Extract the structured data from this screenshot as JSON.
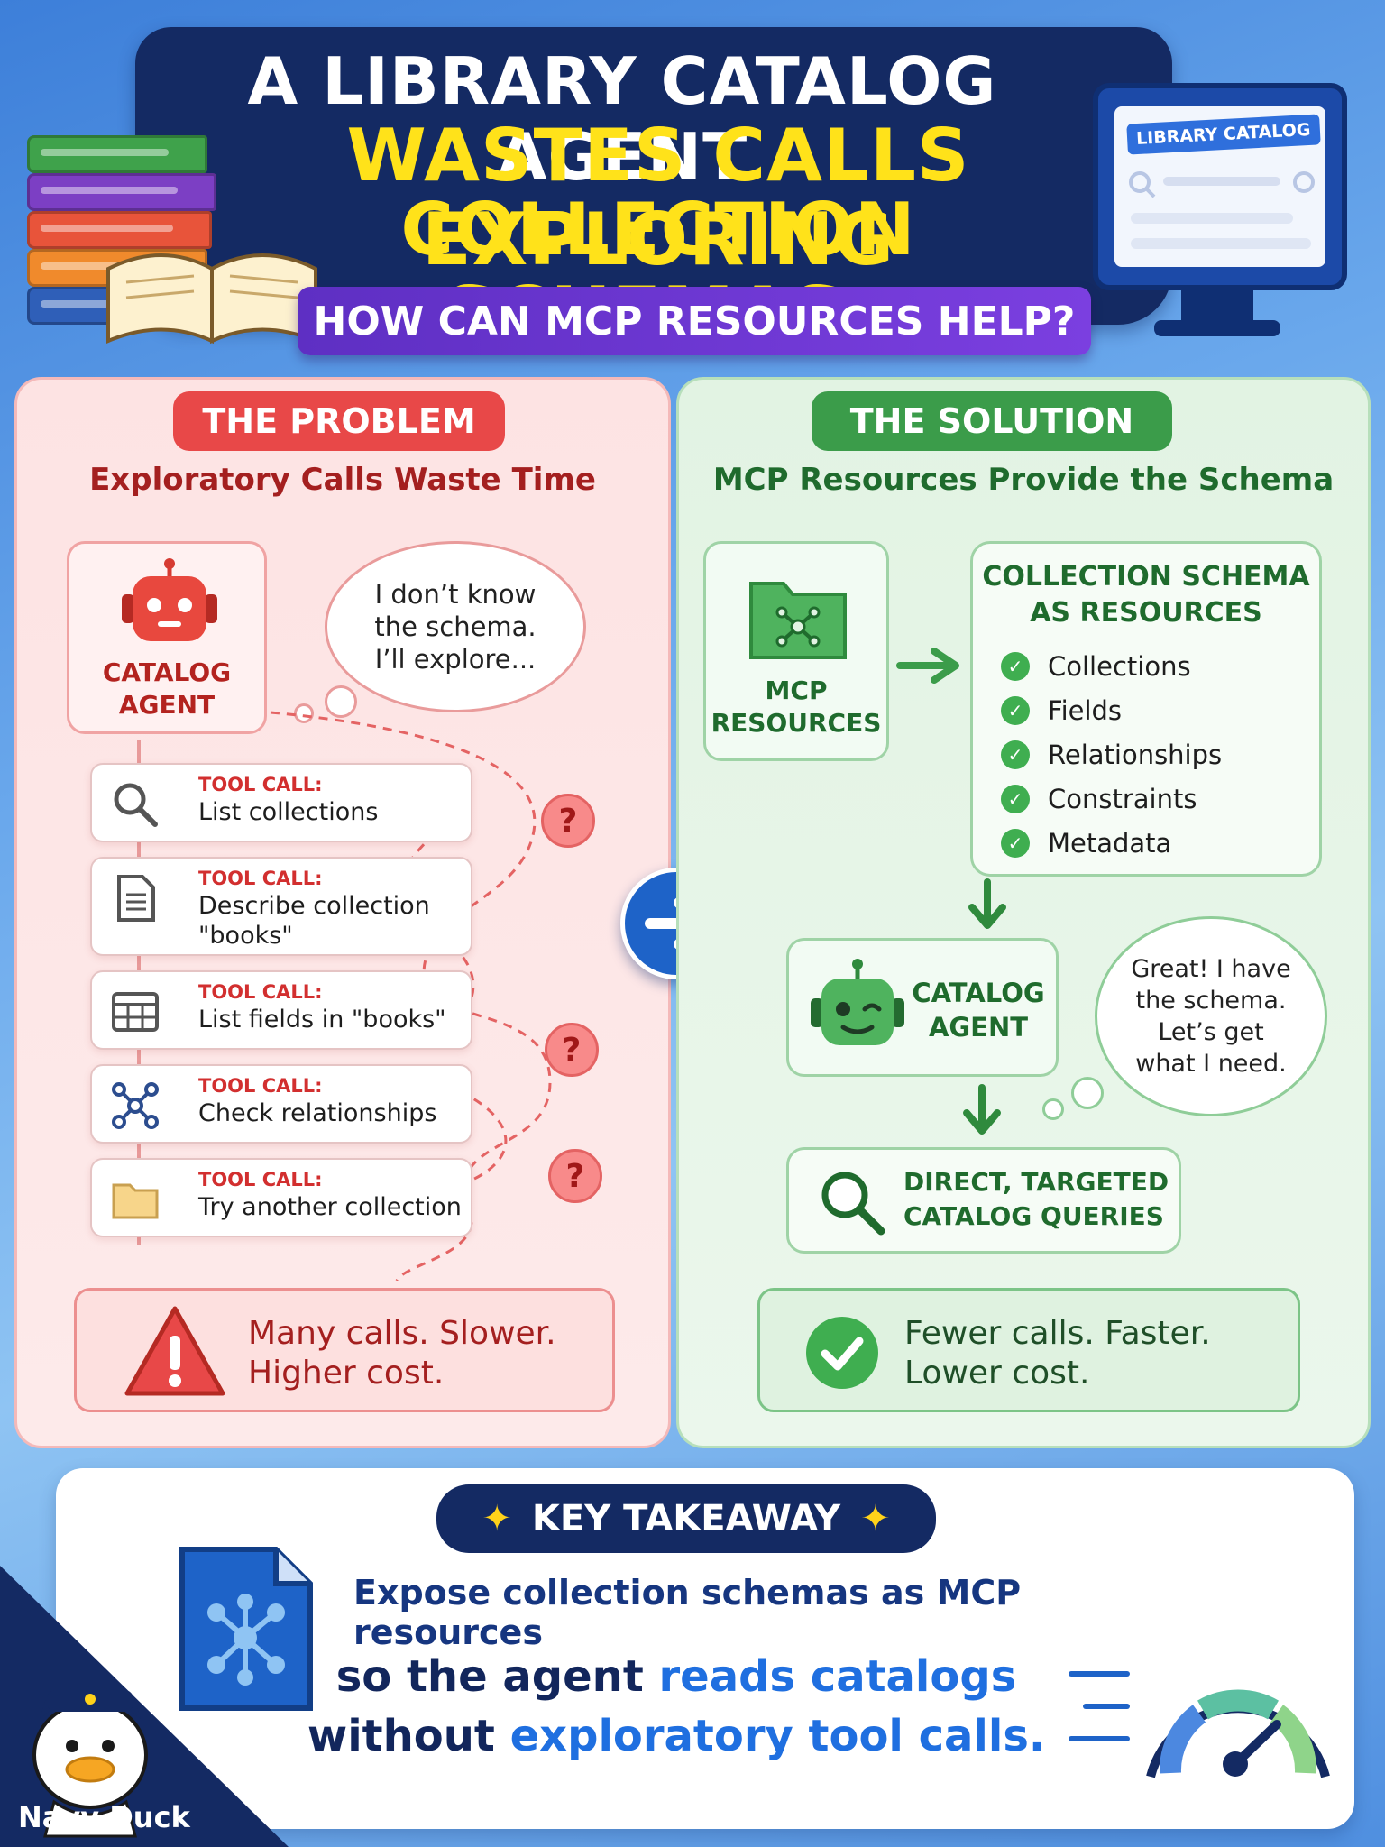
{
  "header": {
    "title_line1": "A LIBRARY CATALOG AGENT",
    "title_line2": "WASTES CALLS EXPLORING",
    "title_line3": "COLLECTION SCHEMAS.",
    "subtitle": "HOW CAN MCP RESOURCES HELP?",
    "monitor_label": "LIBRARY CATALOG"
  },
  "problem": {
    "badge": "THE PROBLEM",
    "heading": "Exploratory Calls Waste Time",
    "agent_label_1": "CATALOG",
    "agent_label_2": "AGENT",
    "thought_1": "I don’t know",
    "thought_2": "the schema.",
    "thought_3": "I’ll explore...",
    "tool_calls": [
      {
        "tag": "TOOL CALL:",
        "line1": "List collections",
        "line2": ""
      },
      {
        "tag": "TOOL CALL:",
        "line1": "Describe collection",
        "line2": "\"books\""
      },
      {
        "tag": "TOOL CALL:",
        "line1": "List fields in \"books\"",
        "line2": ""
      },
      {
        "tag": "TOOL CALL:",
        "line1": "Check relationships",
        "line2": ""
      },
      {
        "tag": "TOOL CALL:",
        "line1": "Try another collection",
        "line2": ""
      }
    ],
    "question_mark": "?",
    "result_1": "Many calls. Slower.",
    "result_2": "Higher cost."
  },
  "solution": {
    "badge": "THE SOLUTION",
    "heading": "MCP Resources Provide the Schema",
    "mcp_label_1": "MCP",
    "mcp_label_2": "RESOURCES",
    "schema_title_1": "COLLECTION SCHEMA",
    "schema_title_2": "AS RESOURCES",
    "schema_items": [
      "Collections",
      "Fields",
      "Relationships",
      "Constraints",
      "Metadata"
    ],
    "agent_label_1": "CATALOG",
    "agent_label_2": "AGENT",
    "thought_1": "Great! I have",
    "thought_2": "the schema.",
    "thought_3": "Let’s get",
    "thought_4": "what I need.",
    "query_1": "DIRECT, TARGETED",
    "query_2": "CATALOG QUERIES",
    "result_1": "Fewer calls. Faster.",
    "result_2": "Lower cost."
  },
  "takeaway": {
    "badge": "KEY TAKEAWAY",
    "line1": "Expose collection schemas as MCP resources",
    "line2_a": "so the agent ",
    "line2_b": "reads catalogs",
    "line3_a": "without ",
    "line3_b": "exploratory tool calls."
  },
  "brand": {
    "name": "Navy Duck"
  },
  "colors": {
    "navy": "#142a63",
    "yellow": "#ffe21a",
    "problem_red": "#e84848",
    "solution_green": "#3b9c4a",
    "accent_blue": "#1f6fe0"
  }
}
